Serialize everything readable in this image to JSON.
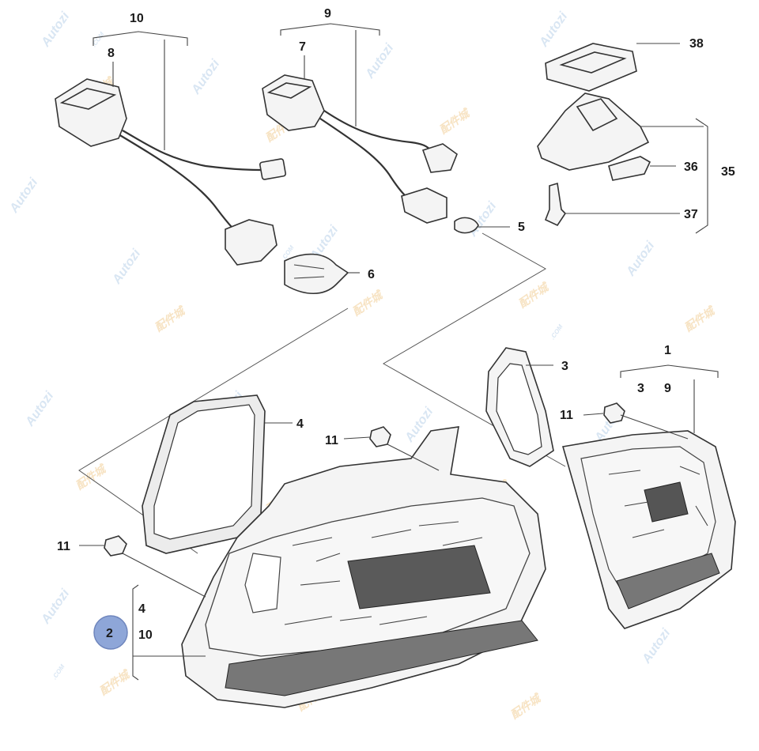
{
  "labels": {
    "l10_top": "10",
    "l9_top": "9",
    "l8": "8",
    "l7": "7",
    "l38": "38",
    "l36": "36",
    "l35": "35",
    "l37": "37",
    "l5": "5",
    "l6": "6",
    "l3_right": "3",
    "l1": "1",
    "l3_sub": "3",
    "l9_sub": "9",
    "l11_right": "11",
    "l4_seal": "4",
    "l11_mid": "11",
    "l11_left": "11",
    "l4_sub": "4",
    "l2_badge": "2",
    "l10_sub": "10"
  },
  "watermark": {
    "brand": "Autozi",
    "com": ".COM",
    "cn": "配件城"
  },
  "colors": {
    "badge_fill": "#8ea6d8",
    "badge_stroke": "#6f86bd",
    "watermark_blue": "#d9e6f3",
    "watermark_orange": "#f7e3c3"
  }
}
